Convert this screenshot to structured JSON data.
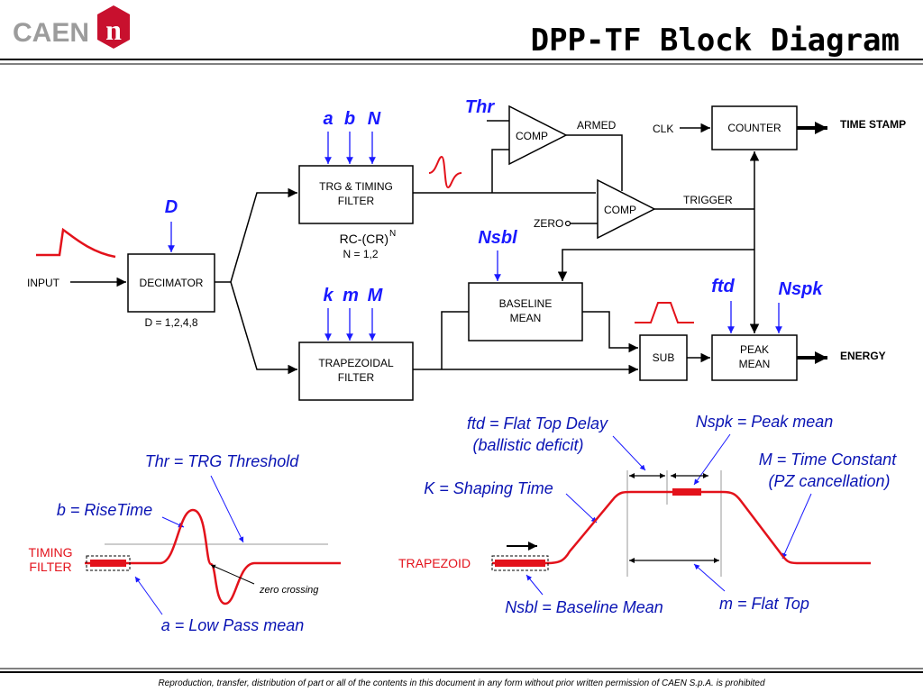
{
  "header": {
    "logo_text": "CAEN",
    "logo_badge": "n",
    "title": "DPP-TF Block Diagram"
  },
  "blocks": {
    "decimator": "DECIMATOR",
    "decimator_param": "D = 1,2,4,8",
    "trg_line1": "TRG & TIMING",
    "trg_line2": "FILTER",
    "rc_cr": "RC-(CR)",
    "rc_cr_sup": "N",
    "n_values": "N = 1,2",
    "trap_line1": "TRAPEZOIDAL",
    "trap_line2": "FILTER",
    "baseline_line1": "BASELINE",
    "baseline_line2": "MEAN",
    "comp1": "COMP",
    "comp2": "COMP",
    "counter": "COUNTER",
    "sub": "SUB",
    "peak_line1": "PEAK",
    "peak_line2": "MEAN"
  },
  "signals": {
    "input": "INPUT",
    "armed": "ARMED",
    "zero": "ZERO",
    "clk": "CLK",
    "trigger": "TRIGGER",
    "time_stamp": "TIME STAMP",
    "energy": "ENERGY"
  },
  "params": {
    "D": "D",
    "a": "a",
    "b": "b",
    "N": "N",
    "k": "k",
    "m": "m",
    "M": "M",
    "thr": "Thr",
    "nsbl": "Nsbl",
    "ftd": "ftd",
    "nspk": "Nspk"
  },
  "legend_left": {
    "thr": "Thr = TRG Threshold",
    "b": "b = RiseTime",
    "timing_filter_line1": "TIMING",
    "timing_filter_line2": "FILTER",
    "zero_crossing": "zero crossing",
    "a": "a = Low Pass mean"
  },
  "legend_right": {
    "ftd_line1": "ftd = Flat Top Delay",
    "ftd_line2": "(ballistic deficit)",
    "nspk": "Nspk = Peak mean",
    "M_line1": "M = Time Constant",
    "M_line2": "(PZ cancellation)",
    "K": "K = Shaping Time",
    "trapezoid": "TRAPEZOID",
    "nsbl": "Nsbl = Baseline Mean",
    "m": "m = Flat Top"
  },
  "footer": {
    "notice": "Reproduction, transfer, distribution of part or all of the contents in this document in any form without prior written permission of  CAEN S.p.A. is prohibited"
  },
  "colors": {
    "param_blue": "#1a1aff",
    "legend_blue": "#0a14b4",
    "signal_red": "#e3121b",
    "logo_red": "#c8102e",
    "logo_gray": "#9c9c9c"
  }
}
